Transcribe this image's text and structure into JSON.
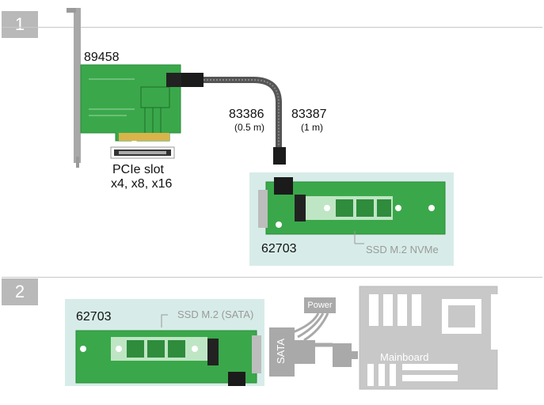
{
  "steps": [
    {
      "number": "1"
    },
    {
      "number": "2"
    }
  ],
  "section1": {
    "card_model": "89458",
    "slot_title": "PCIe slot",
    "slot_sizes": "x4, x8, x16",
    "cable_short_model": "83386",
    "cable_short_length": "(0.5 m)",
    "cable_long_model": "83387",
    "cable_long_length": "(1 m)",
    "adapter_model": "62703",
    "ssd_label": "SSD M.2 NVMe"
  },
  "section2": {
    "adapter_model": "62703",
    "ssd_label": "SSD M.2 (SATA)",
    "sata_label": "SATA",
    "power_label": "Power",
    "mainboard_label": "Mainboard"
  },
  "colors": {
    "pcb_green": "#3aa84a",
    "panel_teal": "#d7ece8",
    "bracket_gray": "#a5a5a5",
    "badge_gray": "#b9b9b9"
  }
}
